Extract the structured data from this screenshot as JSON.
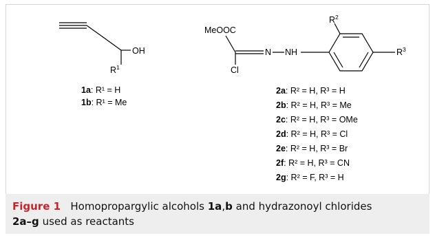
{
  "caption": {
    "label": "Figure 1",
    "pre": "Homopropargylic alcohols",
    "bold1": "1a",
    "comma1": ",",
    "bold2": "b",
    "mid": "and hydrazonoyl chlorides",
    "bold3": "2a–g",
    "post": "used as reactants"
  },
  "structure1": {
    "oh": "OH",
    "r": "R",
    "r_sup": "1"
  },
  "structure2": {
    "ester": "MeOOC",
    "n_label": "N",
    "nh_label": "NH",
    "cl": "Cl",
    "r2": "R",
    "r2_sup": "2",
    "r3": "R",
    "r3_sup": "3"
  },
  "compounds1": [
    {
      "id": "1a",
      "text": ": R¹ = H"
    },
    {
      "id": "1b",
      "text": ": R¹ = Me"
    }
  ],
  "compounds2": [
    {
      "id": "2a",
      "text": ": R² = H, R³ = H"
    },
    {
      "id": "2b",
      "text": ": R² = H, R³ = Me"
    },
    {
      "id": "2c",
      "text": ": R² = H, R³ = OMe"
    },
    {
      "id": "2d",
      "text": ": R² = H, R³ = Cl"
    },
    {
      "id": "2e",
      "text": ": R² = H, R³ = Br"
    },
    {
      "id": "2f",
      "text": ": R² = H, R³ = CN"
    },
    {
      "id": "2g",
      "text": ": R² = F, R³ = H"
    }
  ]
}
